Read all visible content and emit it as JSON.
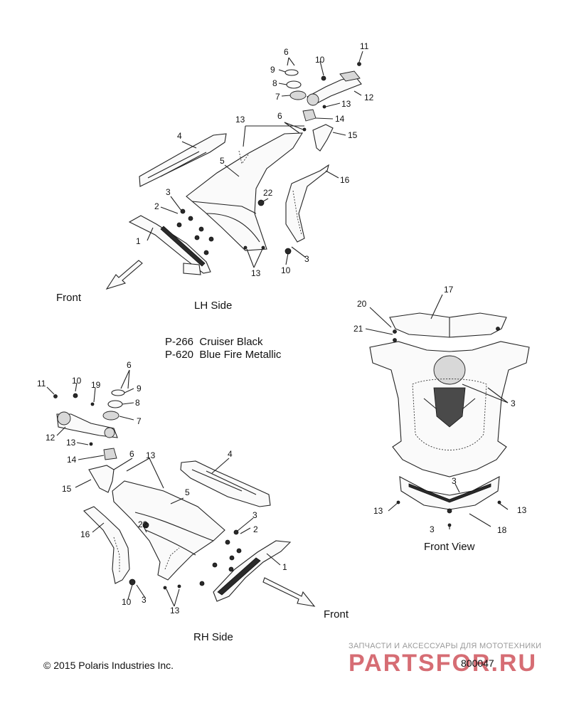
{
  "sections": {
    "lh_side": "LH Side",
    "rh_side": "RH Side",
    "front_view": "Front View"
  },
  "arrows": {
    "front_upper": "Front",
    "front_lower": "Front"
  },
  "paint_codes": [
    {
      "code": "P-266",
      "name": "Cruiser Black"
    },
    {
      "code": "P-620",
      "name": "Blue Fire Metallic"
    }
  ],
  "callouts": {
    "lh": [
      "6",
      "11",
      "9",
      "10",
      "8",
      "12",
      "7",
      "13",
      "6",
      "14",
      "13",
      "15",
      "4",
      "5",
      "16",
      "22",
      "3",
      "2",
      "1",
      "13",
      "10",
      "3"
    ],
    "rh": [
      "11",
      "10",
      "6",
      "19",
      "9",
      "8",
      "7",
      "12",
      "13",
      "14",
      "6",
      "13",
      "4",
      "15",
      "5",
      "3",
      "2",
      "16",
      "22",
      "1",
      "10",
      "3",
      "13"
    ],
    "front": [
      "17",
      "20",
      "21",
      "3",
      "3",
      "13",
      "13",
      "3",
      "18"
    ]
  },
  "copyright": "© 2015 Polaris Industries Inc.",
  "part_number": "800047",
  "watermark": {
    "tagline": "ЗАПЧАСТИ И АКСЕССУАРЫ ДЛЯ МОТОТЕХНИКИ",
    "logo": "PARTSFOR.RU"
  }
}
